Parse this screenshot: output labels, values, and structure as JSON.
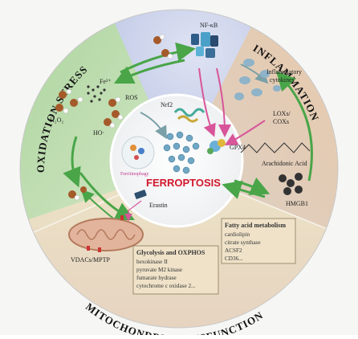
{
  "center": {
    "title": "FERROPTOSIS",
    "ferritinophagy": "Ferritinophagy"
  },
  "sections": {
    "oxidation": "OXIDATION STRESS",
    "inflammation": "INFLAMMATION",
    "mitochondrial": "MITOCHONDRIAL DYSFUNCTION"
  },
  "labels": {
    "nfkb": "NF-κB",
    "inflammatory_cytokines": [
      "Inflammatory",
      "cytokines"
    ],
    "lox_cox": [
      "LOXs/",
      "COXs"
    ],
    "arachidonic_acid": "Arachidonic Acid",
    "hmgb1": "HMGB1",
    "nrf2": "Nrf2",
    "gpx4": "GPX4",
    "h2o2": "H₂O₂",
    "fe2": "Fe²⁺",
    "ros": "ROS",
    "ho": "HO·",
    "erastin": "Erastin",
    "vdacs": "VDACs/MPTP"
  },
  "fatty_acid_box": {
    "title": "Fatty acid metabolism",
    "items": [
      "cardiolipin",
      "citrate synthase",
      "ACSF2",
      "CD36..."
    ]
  },
  "glycolysis_box": {
    "title": "Glycolysis and OXPHOS",
    "items": [
      "hexokinase II",
      "pyruvate M2 kinase",
      "fumarate hydrase",
      "cytochrome c oxidase 2..."
    ]
  },
  "colors": {
    "oxidation_zone": "#cfe3c2",
    "inflammation_zone": "#e4d2c1",
    "top_zone": "#c9cfe8",
    "mito_zone": "#e8dcc8",
    "arrow_green": "#4aa84a",
    "arrow_pink": "#d8559a",
    "title_red": "#d1172b"
  }
}
